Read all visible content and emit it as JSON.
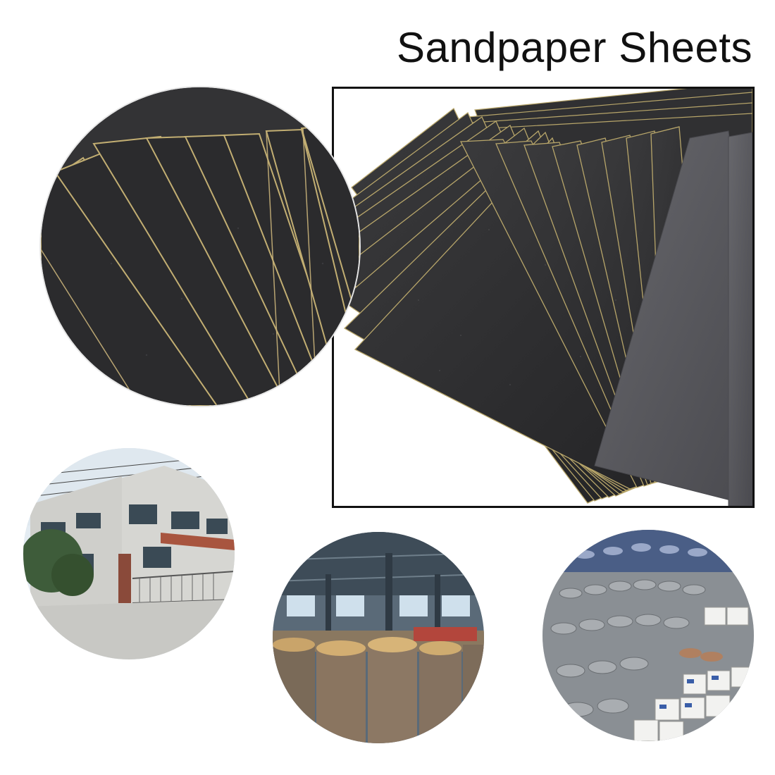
{
  "title": "Sandpaper Sheets",
  "colors": {
    "sheet_dark": "#2c2c2e",
    "sheet_light": "#58585c",
    "edge_gold": "#b8a66a",
    "background": "#ffffff",
    "frame": "#111111"
  },
  "images": {
    "main": "sandpaper-fan-photo",
    "zoom": "sandpaper-closeup-photo",
    "factory": "factory-building-photo",
    "warehouse_rolls": "warehouse-rolls-photo",
    "warehouse_stock": "warehouse-stock-photo"
  }
}
